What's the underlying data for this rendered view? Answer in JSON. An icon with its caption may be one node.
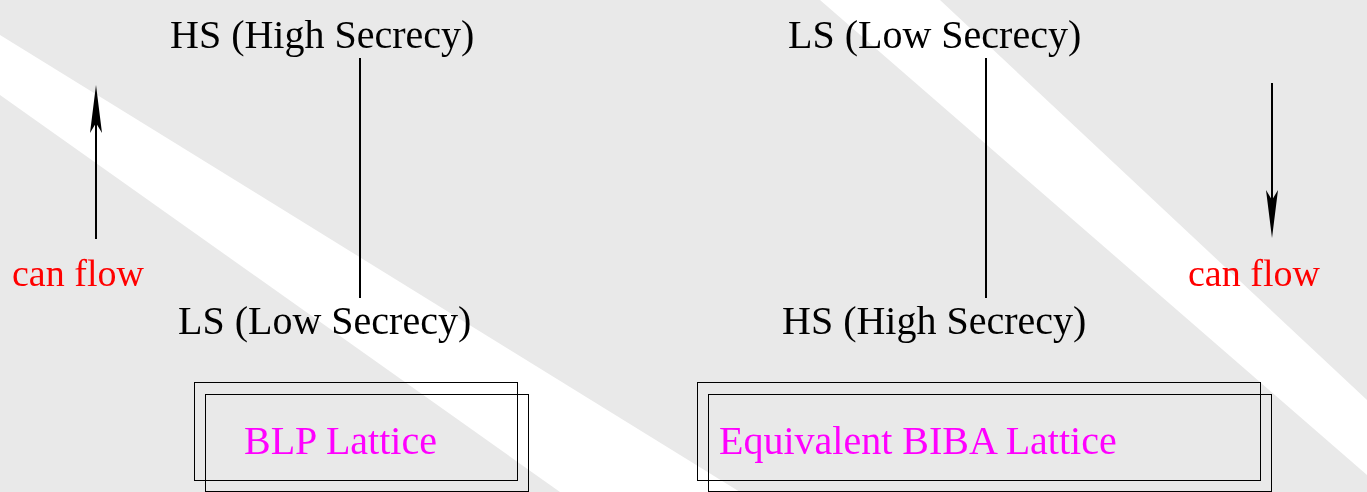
{
  "diagram": {
    "nodes": [
      {
        "text": [
          "HS (High Secrecy)"
        ]
      },
      {
        "text": [
          "LS (Low Secrecy)"
        ]
      },
      {
        "text": [
          "LS (Low Secrecy)"
        ]
      },
      {
        "text": [
          "HS (High Secrecy)"
        ]
      },
      {
        "text": [
          "BLP Lattice"
        ]
      },
      {
        "text": [
          "Equivalent BIBA Lattice"
        ]
      }
    ],
    "edges": [
      {
        "from": 0,
        "to": 1,
        "arrow": "none"
      },
      {
        "from": 2,
        "to": 3,
        "arrow": "none"
      }
    ],
    "labels": [
      "can flow",
      "can flow"
    ]
  }
}
